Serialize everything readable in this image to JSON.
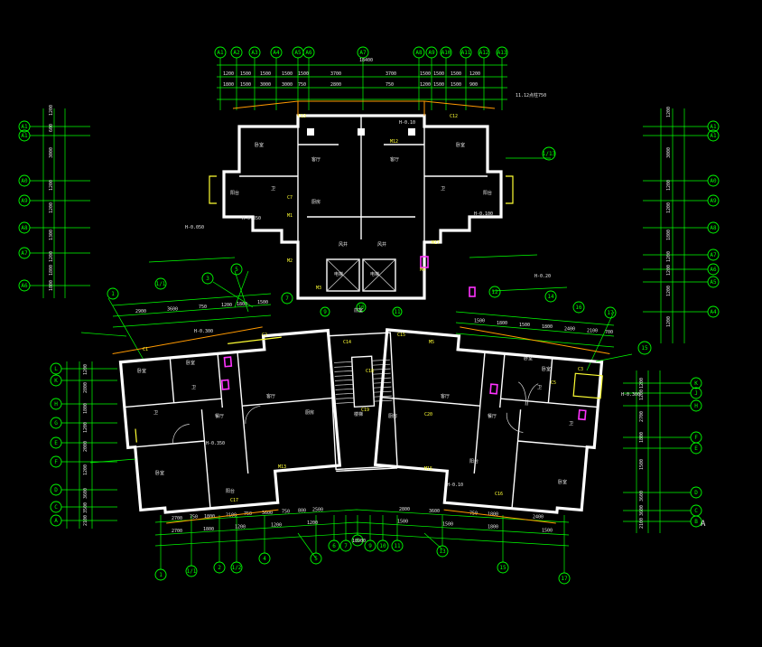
{
  "colors": {
    "background": "#000000",
    "wall": "#ffffff",
    "dimension": "#00ff00",
    "text": "#e8e8e8",
    "accent_orange": "#ff9900",
    "accent_yellow": "#ffff33",
    "accent_magenta": "#ff33ff"
  },
  "top_axes": [
    "A1",
    "A2",
    "A3",
    "A4",
    "A5",
    "A6",
    "A7",
    "A8",
    "A9",
    "A10",
    "A11",
    "A12",
    "A13"
  ],
  "top_dims_row1": [
    "1200",
    "1500",
    "1500",
    "1500",
    "1500",
    "3700",
    "3700",
    "1500",
    "1500",
    "1500",
    "1200"
  ],
  "top_dims_row2": [
    "1800",
    "1500",
    "3000",
    "3000",
    "750",
    "2800",
    "750",
    "1200",
    "1500",
    "1500",
    "900"
  ],
  "top_total": "18400",
  "top_note": "11.12点柱750",
  "left_axes": [
    "A1",
    "A1",
    "A0",
    "A9",
    "A8",
    "A7",
    "A6"
  ],
  "left_dims": [
    "1200",
    "600",
    "3000",
    "1200",
    "1200",
    "1300",
    "1200",
    "1800",
    "1800"
  ],
  "right_axes": [
    "A1",
    "A1",
    "A0",
    "A9",
    "A8",
    "A7",
    "A6",
    "A5",
    "A4"
  ],
  "right_dims": [
    "1200",
    "3000",
    "1200",
    "1200",
    "1800",
    "1200",
    "1200",
    "1200",
    "1200"
  ],
  "left_lower_axes": [
    "L",
    "K",
    "H",
    "G",
    "E",
    "F",
    "D",
    "C",
    "A"
  ],
  "left_lower_dims": [
    "1200",
    "2800",
    "1800",
    "1200",
    "2000",
    "1200",
    "3600",
    "3500",
    "2100"
  ],
  "right_lower_axes": [
    "K",
    "J",
    "H",
    "F",
    "E",
    "D",
    "C",
    "B"
  ],
  "right_lower_dims": [
    "1200",
    "1200",
    "2700",
    "1800",
    "1500",
    "3600",
    "3600",
    "2100"
  ],
  "bottom_axes": [
    "1",
    "1/1",
    "2",
    "1/2",
    "4",
    "5",
    "6",
    "7",
    "8",
    "9",
    "10",
    "11",
    "13",
    "15",
    "17"
  ],
  "bottom_dims_row1": [
    "2700",
    "750",
    "1800",
    "2100",
    "750",
    "3600",
    "750",
    "800",
    "2500",
    "2800",
    "3600",
    "750",
    "1800",
    "2400"
  ],
  "bottom_dims_row2": [
    "2700",
    "1800",
    "1200",
    "1200",
    "1200",
    "1500",
    "1500",
    "1800",
    "1500"
  ],
  "bottom_total": "18900",
  "mid_dims_left": [
    "2900",
    "3600",
    "750",
    "1200",
    "1800",
    "1500"
  ],
  "mid_dims_right": [
    "1500",
    "1800",
    "1500",
    "1800",
    "2400",
    "2100",
    "700"
  ],
  "mid_axes_left": [
    "1",
    "1/1",
    "3",
    "5",
    "7"
  ],
  "mid_axes_right": [
    "12",
    "14",
    "16",
    "17"
  ],
  "mid_axes_center": [
    "9",
    "10",
    "11"
  ],
  "corner_axes_right": [
    "1/13",
    "15"
  ],
  "rooms_top": {
    "bedroom_tl": "卧室",
    "living_tl": "客厅",
    "kitchen": "厨房",
    "bath_tl": "卫",
    "elev1": "电梯",
    "elev2": "电梯",
    "shaft_l": "风井",
    "shaft_r": "风井",
    "bedroom_tr": "卧室",
    "living_tr": "客厅",
    "bath_tr": "卫",
    "balcony_tl": "阳台",
    "balcony_tr": "阳台",
    "stair": "楼梯",
    "hall": "前室"
  },
  "rooms_left": {
    "bedroom1": "卧室",
    "bedroom2": "卧室",
    "bedroom3": "卧室",
    "living": "客厅",
    "dining": "餐厅",
    "kitchen": "厨房",
    "bath1": "卫",
    "bath2": "卫",
    "balcony": "阳台"
  },
  "rooms_right": {
    "bedroom1": "卧室",
    "bedroom2": "卧室",
    "bedroom3": "卧室",
    "living": "客厅",
    "dining": "餐厅",
    "kitchen": "厨房",
    "bath1": "卫",
    "bath2": "卫",
    "balcony": "阳台"
  },
  "levels": [
    "H-0.10",
    "H-0.350",
    "H-0.050",
    "H-0.100",
    "H-0.20",
    "H-0.300",
    "H-0.350",
    "H-0.300",
    "H-0.10"
  ],
  "doors": [
    "M1",
    "M2",
    "M3",
    "M4",
    "M5",
    "M12",
    "M13",
    "M15",
    "M17",
    "C1",
    "C2",
    "C3",
    "C5",
    "C7",
    "C12",
    "C13",
    "C14",
    "C15",
    "C16",
    "C17",
    "C18",
    "C19",
    "C20"
  ],
  "corner_label": "A"
}
